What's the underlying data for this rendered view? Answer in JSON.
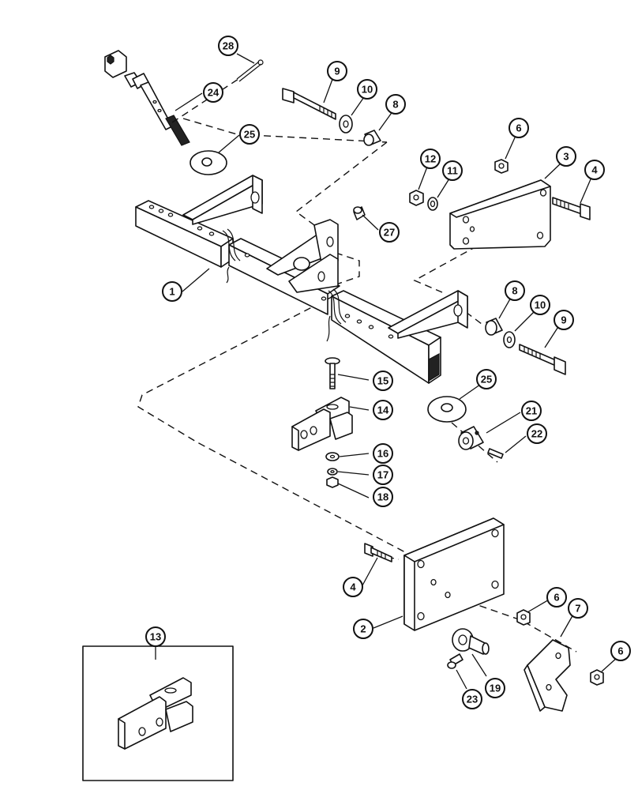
{
  "callouts": {
    "c1": "1",
    "c2": "2",
    "c3": "3",
    "c4a": "4",
    "c4b": "4",
    "c6a": "6",
    "c6b": "6",
    "c6c": "6",
    "c7": "7",
    "c8a": "8",
    "c8b": "8",
    "c9a": "9",
    "c9b": "9",
    "c10a": "10",
    "c10b": "10",
    "c11": "11",
    "c12": "12",
    "c13": "13",
    "c14": "14",
    "c15": "15",
    "c16": "16",
    "c17": "17",
    "c18": "18",
    "c19": "19",
    "c21": "21",
    "c22": "22",
    "c23": "23",
    "c24": "24",
    "c25a": "25",
    "c25b": "25",
    "c27": "27",
    "c28": "28"
  }
}
